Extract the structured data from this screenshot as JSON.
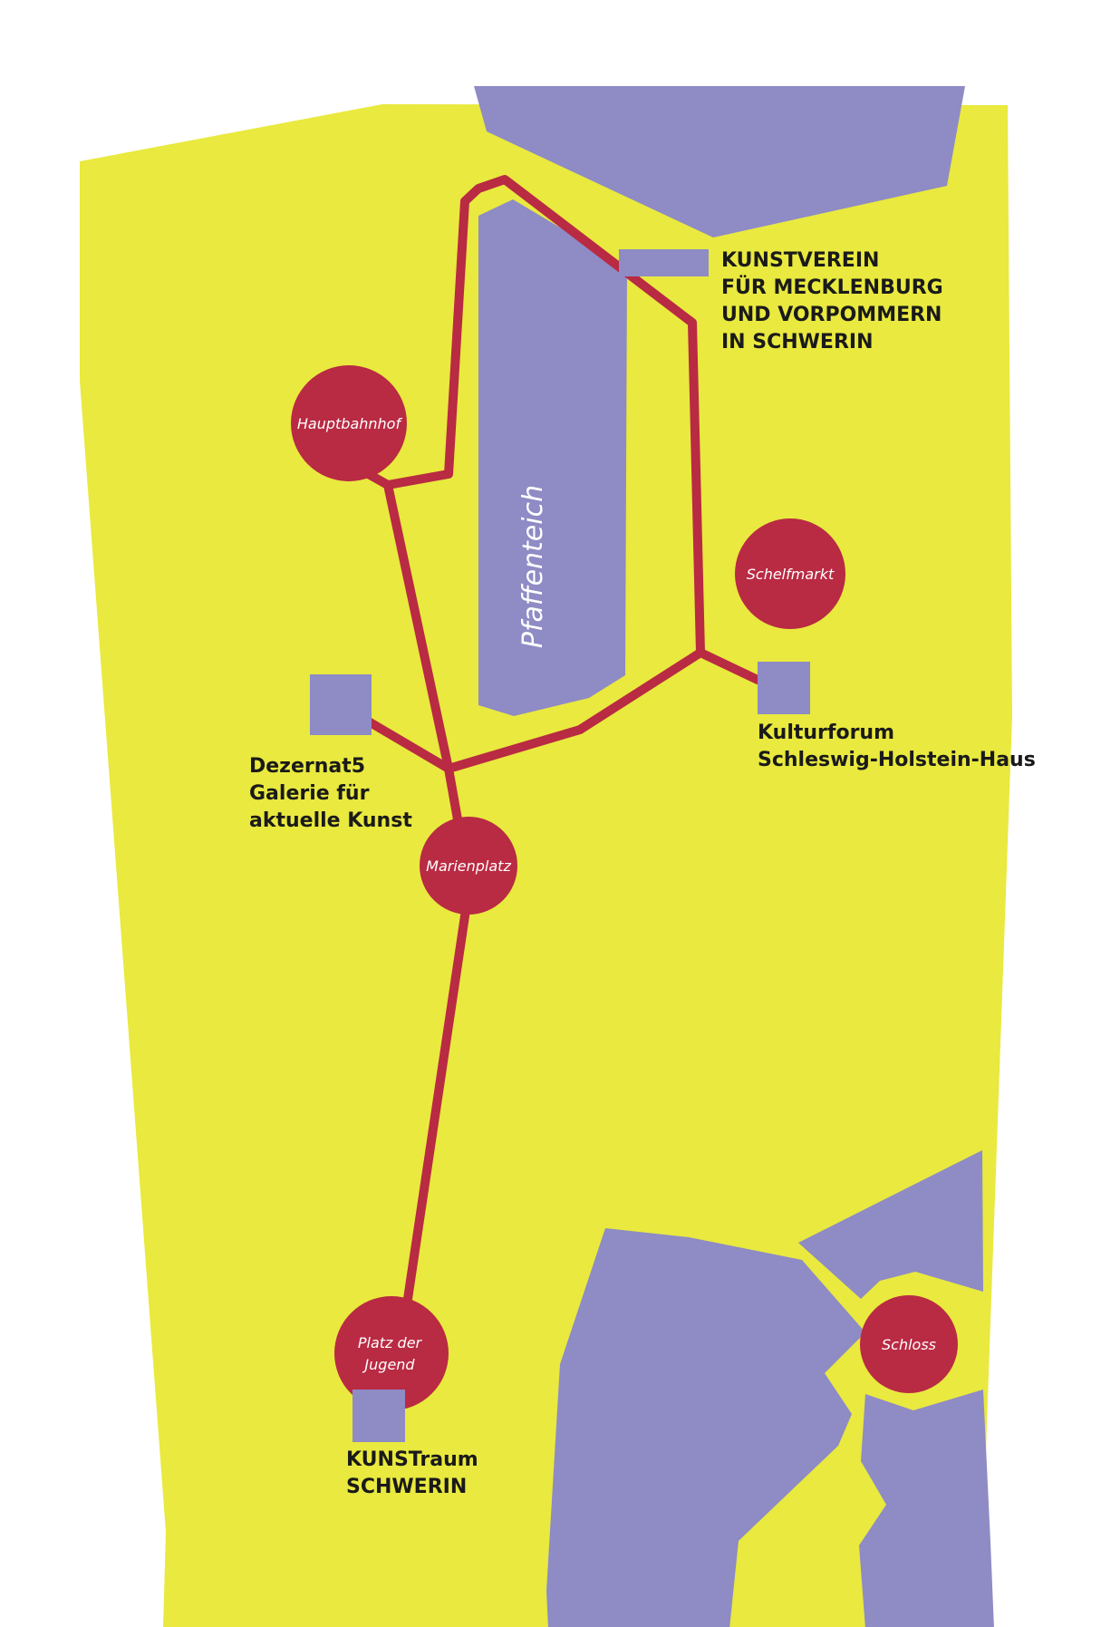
{
  "colors": {
    "land": "#e9e93f",
    "water": "#8e8bc5",
    "route": "#b92a43",
    "stop": "#b92a43",
    "venue": "#8e8bc5",
    "text": "#1a1a1a"
  },
  "water": {
    "pfaffenteich": "Pfaffenteich"
  },
  "stops": {
    "hauptbahnhof": "Hauptbahnhof",
    "schelfmarkt": "Schelfmarkt",
    "marienplatz": "Marienplatz",
    "platz_der_jugend": [
      "Platz der",
      "Jugend"
    ],
    "schloss": "Schloss"
  },
  "venues": {
    "kunstverein": [
      "KUNSTVEREIN",
      "FÜR MECKLENBURG",
      "UND VORPOMMERN",
      "IN SCHWERIN"
    ],
    "kulturforum": [
      "Kulturforum",
      "Schleswig-Holstein-Haus"
    ],
    "dezernat5": [
      "Dezernat5",
      "Galerie für",
      "aktuelle Kunst"
    ],
    "kunstraum": [
      "KUNSTraum",
      "SCHWERIN"
    ]
  }
}
